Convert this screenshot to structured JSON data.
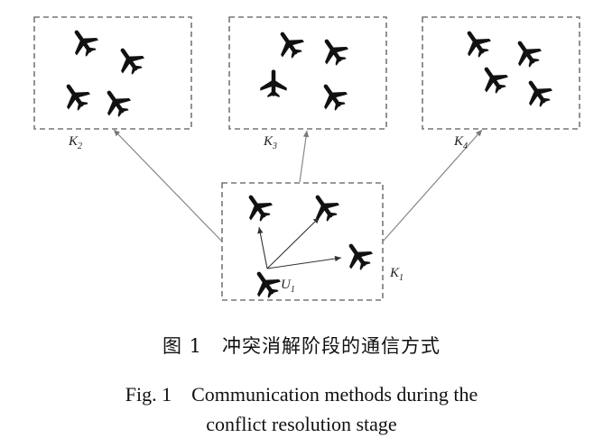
{
  "diagram": {
    "boxes": [
      {
        "id": "K2",
        "label": "K",
        "sub": "2"
      },
      {
        "id": "K3",
        "label": "K",
        "sub": "3"
      },
      {
        "id": "K4",
        "label": "K",
        "sub": "4"
      },
      {
        "id": "K1",
        "label": "K",
        "sub": "1"
      }
    ],
    "own_aircraft": {
      "label": "U",
      "sub": "1"
    },
    "colors": {
      "box_border": "#777777",
      "arrow": "#888888",
      "aircraft": "#111111"
    }
  },
  "caption": {
    "cn": "图 1　冲突消解阶段的通信方式",
    "en_line1": "Fig. 1　Communication methods during the",
    "en_line2": "conflict resolution stage"
  }
}
